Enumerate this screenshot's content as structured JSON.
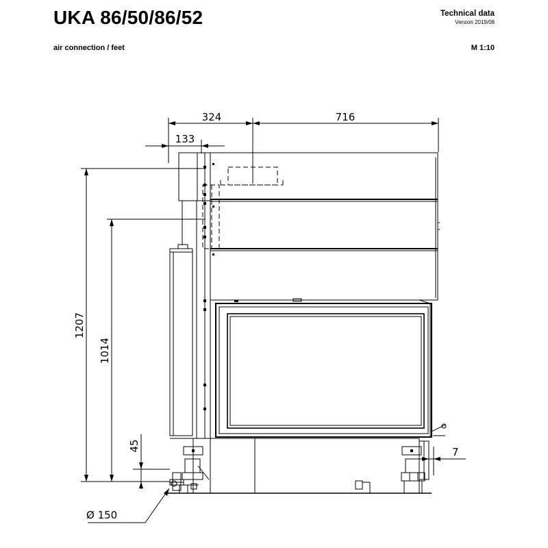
{
  "header": {
    "title": "UKA 86/50/86/52",
    "subtitle": "air connection / feet",
    "doc_type": "Technical data",
    "version": "Version 2019/08",
    "scale": "M 1:10"
  },
  "dimensions": {
    "d324": "324",
    "d716": "716",
    "d133": "133",
    "d1207": "1207",
    "d1014": "1014",
    "d45": "45",
    "d7": "7",
    "d150": "Ø 150"
  }
}
